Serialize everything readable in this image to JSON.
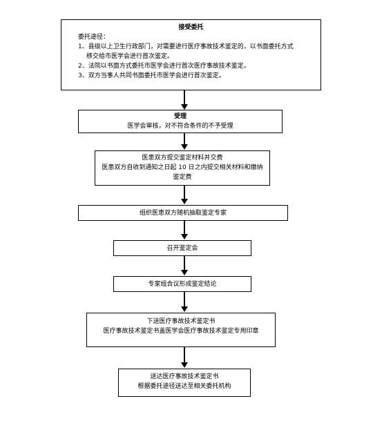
{
  "step1": {
    "title": "接受委托",
    "subtitle": "委托途径：",
    "lines": [
      "1、县级以上卫生行政部门，对需要进行医疗事故技术鉴定的，以书面委托方式",
      "移交给市医学会进行首次鉴定。",
      "2、法院以书面方式委托市医学会进行首次医疗事故技术鉴定。",
      "3、双方当事人共同书面委托市医学会进行首次鉴定。"
    ]
  },
  "step2": {
    "title": "受理",
    "desc": "医学会审核，对不符合条件的不予受理"
  },
  "step3": {
    "title": "医患双方提交鉴定材料并交费",
    "lines": [
      "医患双方自收到通知之日起 10 日之内提交相关材料和缴纳",
      "鉴定费"
    ]
  },
  "step4": {
    "title": "组织医患双方随机抽取鉴定专家"
  },
  "step5": {
    "title": "召开鉴定会"
  },
  "step6": {
    "title": "专家组合议形成鉴定结论"
  },
  "step7": {
    "title": "下送医疗事故技术鉴定书",
    "desc": "医疗事故技术鉴定书盖医学会医疗事故技术鉴定专用印章"
  },
  "step8": {
    "title": "送达医疗事故技术鉴定书",
    "desc": "根据委托途径送达至相关委托机构"
  }
}
